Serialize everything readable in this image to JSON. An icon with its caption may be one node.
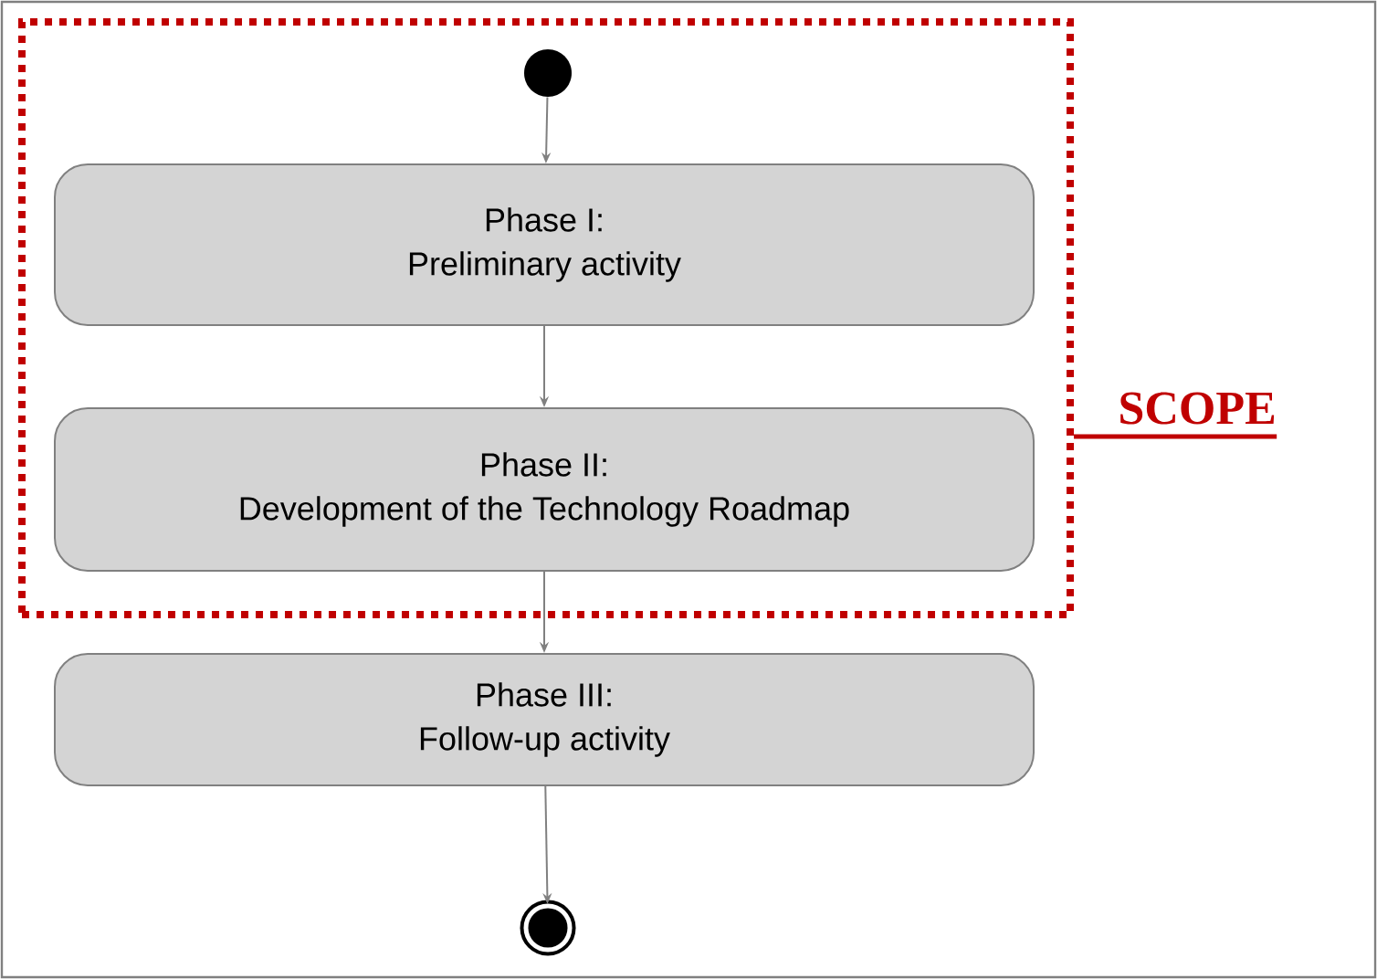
{
  "diagram": {
    "nodes": [
      {
        "text": [],
        "shape": "box"
      },
      {
        "text": [],
        "shape": "circle",
        "in": 0
      },
      {
        "text": [
          "Phase I:",
          "Preliminary activity"
        ],
        "in": 0
      },
      {
        "text": [
          "Phase II:",
          "Development of the Technology Roadmap"
        ],
        "in": 0
      },
      {
        "text": [
          "Phase III:",
          "Follow-up activity"
        ]
      },
      {
        "text": [],
        "shape": "circle"
      },
      {
        "text": [
          "SCOPE"
        ]
      }
    ],
    "edges": [
      {
        "from": 1,
        "to": 2,
        "arrow": "to"
      },
      {
        "from": 2,
        "to": 3,
        "arrow": "to"
      },
      {
        "from": 3,
        "to": 4,
        "arrow": "to"
      },
      {
        "from": 4,
        "to": 5,
        "arrow": "to"
      },
      {
        "from": 6,
        "to": 0,
        "arrow": "none",
        "style": "thick",
        "color": "#c00000"
      }
    ]
  }
}
